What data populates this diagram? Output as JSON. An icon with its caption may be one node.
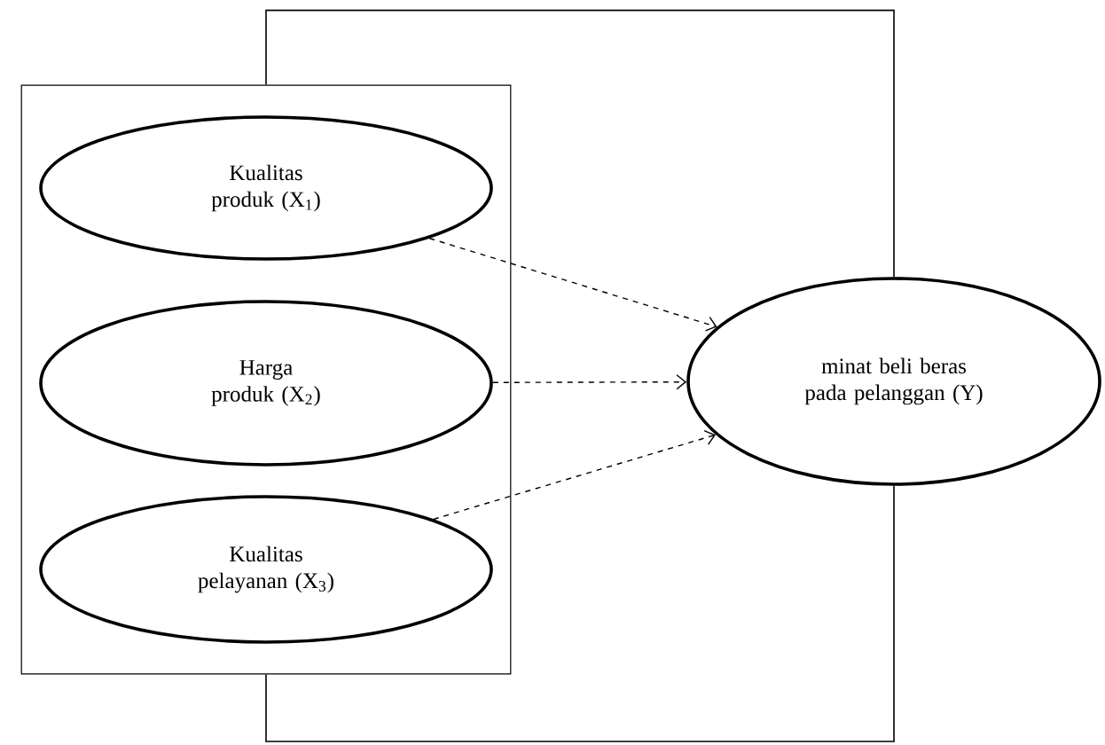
{
  "diagram": {
    "nodes": [
      {
        "text": [],
        "shape": "box"
      },
      {
        "text": [
          "Kualitas produk (X$_{1}$)"
        ],
        "in": 0
      },
      {
        "text": [
          "Harga produk (X$_{2}$)"
        ],
        "in": 0
      },
      {
        "text": [
          "Kualitas pelayanan (X$_{3}$)"
        ],
        "in": 0
      },
      {
        "text": [
          "minat beli beras pada pelanggan (Y)"
        ]
      }
    ],
    "edges": [
      {
        "from": 1,
        "to": 4,
        "arrow": "to",
        "style": "dashed"
      },
      {
        "from": 2,
        "to": 4,
        "arrow": "to",
        "style": "dashed"
      },
      {
        "from": 3,
        "to": 4,
        "arrow": "to",
        "style": "dashed"
      },
      {
        "from": 0,
        "to": 4,
        "arrow": "none"
      },
      {
        "from": 4,
        "to": 0,
        "arrow": "none"
      }
    ]
  }
}
